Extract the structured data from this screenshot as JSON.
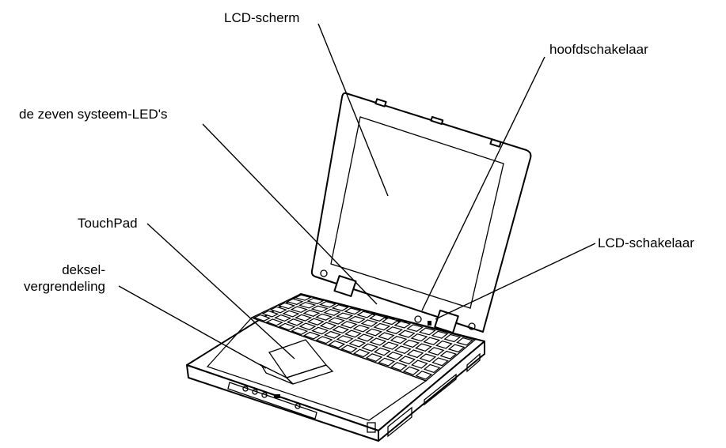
{
  "labels": {
    "lcd_screen": "LCD-scherm",
    "main_switch": "hoofdschakelaar",
    "system_leds": "de zeven systeem-LED's",
    "touchpad": "TouchPad",
    "lid_latch_line1": "deksel-",
    "lid_latch_line2": "vergrendeling",
    "lcd_switch": "LCD-schakelaar"
  }
}
